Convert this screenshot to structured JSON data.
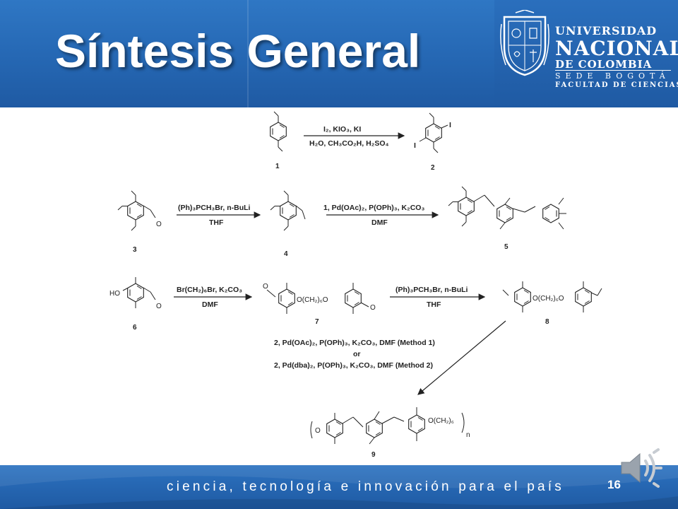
{
  "slide": {
    "title": "Síntesis General",
    "university": {
      "line1": "UNIVERSIDAD",
      "line2": "NACIONAL",
      "line3": "DE COLOMBIA",
      "line4": "SEDE BOGOTÁ",
      "line5": "FACULTAD DE CIENCIAS"
    },
    "footer_motto": "ciencia, tecnología e innovación para el país",
    "page_number": "16"
  },
  "scheme": {
    "compounds": [
      "1",
      "2",
      "3",
      "4",
      "5",
      "6",
      "7",
      "8",
      "9"
    ],
    "reaction1": {
      "above": "I₂, KIO₃, KI",
      "below": "H₂O, CH₃CO₂H, H₂SO₄"
    },
    "reaction2": {
      "above": "(Ph)₃PCH₃Br, n-BuLi",
      "below": "THF"
    },
    "reaction3": {
      "above": "1, Pd(OAc)₂, P(OPh)₃, K₂CO₃",
      "below": "DMF"
    },
    "reaction4": {
      "above": "Br(CH₂)₆Br, K₂CO₃",
      "below": "DMF"
    },
    "reaction5": {
      "above": "(Ph)₃PCH₃Br, n-BuLi",
      "below": "THF"
    },
    "polymerization": {
      "method1": "2, Pd(OAc)₂, P(OPh)₃, K₂CO₃, DMF (Method 1)",
      "or": "or",
      "method2": "2, Pd(dba)₂, P(OPh)₃, K₂CO₃, DMF (Method 2)"
    },
    "substituents": {
      "iodo": "I",
      "hydroxy": "HO",
      "ether_link": "O(CH₂)₆O",
      "polymer_link": "O(CH₂)₆",
      "polymer_o": "O",
      "repeat": "n"
    }
  },
  "colors": {
    "header_blue": "#2567b3",
    "footer_blue": "#1f5aa3",
    "text_white": "#ffffff"
  },
  "icons": [
    "university-seal-icon",
    "speaker-icon"
  ]
}
